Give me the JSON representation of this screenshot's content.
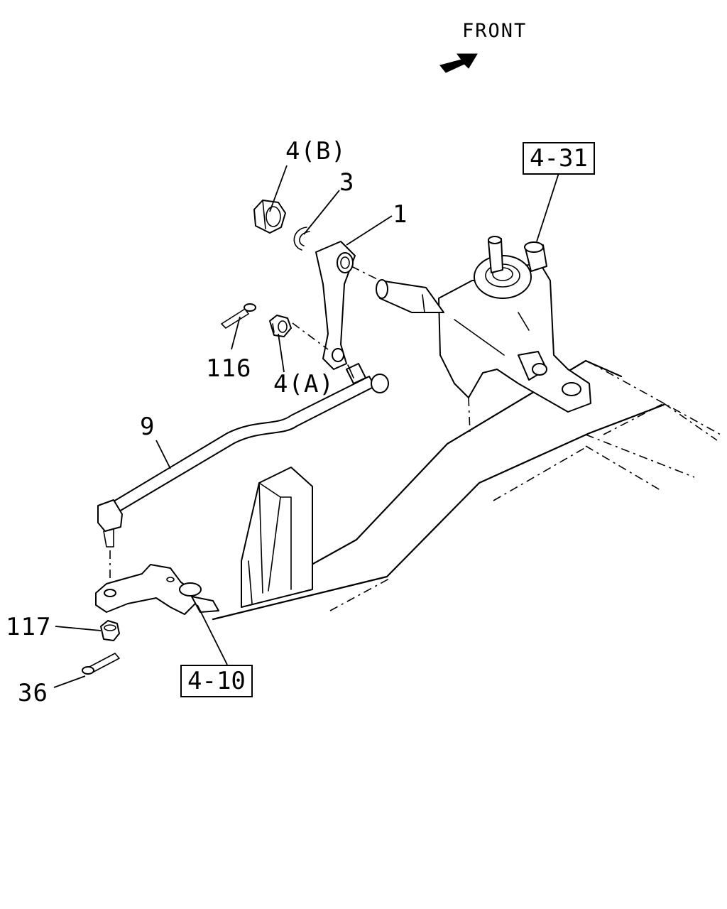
{
  "header": {
    "direction_label": "FRONT",
    "direction_icon": "arrow-icon"
  },
  "callouts": {
    "nut_b": "4(B)",
    "clip_3": "3",
    "pitman_arm_1": "1",
    "cotter_pin_116": "116",
    "nut_a": "4(A)",
    "relay_rod_9": "9",
    "nut_117": "117",
    "cotter_pin_36": "36"
  },
  "references": {
    "gearbox_ref": "4-31",
    "idler_ref": "4-10"
  }
}
